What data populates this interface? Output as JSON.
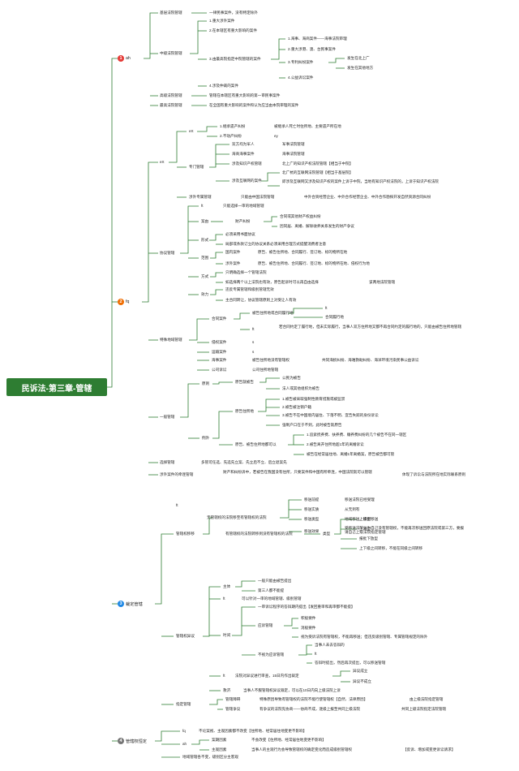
{
  "root": {
    "title": "民诉法-第三章-管辖"
  },
  "sections": [
    {
      "num": "1",
      "label": "ah",
      "color": "#e53935"
    },
    {
      "num": "2",
      "label": "fq",
      "color": "#ef6c00"
    },
    {
      "num": "3",
      "label": "裁定管辖",
      "color": "#1e88e5"
    },
    {
      "num": "4",
      "label": "管辖权恒定",
      "color": "#757575"
    }
  ],
  "s1": {
    "n1": "基层法院管辖",
    "n1v": "一律民事案件，没有特定除外",
    "n2": "中级法院管辖",
    "n2a": "1.重大涉外案件",
    "n2b": "2.在本辖区有重大影响的案件",
    "n2c": "3.由最高院指定中院管辖的案件",
    "n2c1": "1.海事、海商案件——海事法院审理",
    "n2c2": "2.重大涉港、澳、台民事案件",
    "n2c3": "3.专利纠纷案件",
    "n2c3a": "发生在北上广",
    "n2c3b": "发生在其他地方",
    "n2c4": "4.公益诉讼案件",
    "n2d": "4.涉及仲裁的案件",
    "n3": "高级法院管辖",
    "n3v": "管辖在本辖区有重大影响的第一审民事案件",
    "n4": "最高法院管辖",
    "n4v": "在全国有重大影响的案件和认为应当由本院审理的案件"
  },
  "s2": {
    "ex": "eX",
    "ex1": "eX",
    "ex1a": "1.继承遗产纠纷",
    "ex1av": "被继承人死亡时住所地、主要遗产所在地",
    "ex1b": "2.不动产纠纷",
    "ex1bv": "ey",
    "ex2": "专门管辖",
    "ex2a": "双方均为军人",
    "ex2av": "军事法院管辖",
    "ex2b": "海商海事案件",
    "ex2bv": "海事法院管辖",
    "ex2c": "涉及知识产权管辖",
    "ex2cv": "北上广的知识产权法院管辖【相当于中院】",
    "ex2d": "涉及互联网的案件",
    "ex2d1": "北广杭的互联网法院管辖【相当于基层院】",
    "ex2d2": "即涉及互联网又涉及知识产权的案件上诉于中院，当地有知识产权法院的，上诉于知识产权法院",
    "ex3": "涉外专属管辖",
    "ex3v": "只能由中国法院管辖",
    "ex3vv": "中外合资经营企业、中外合作经营企业、中外合作勘探开发自然资源合同纠纷",
    "xy": "协议管辖",
    "xy1": "ft",
    "xy1v": "只能选择一审的地域管辖",
    "xy2": "案由",
    "xy2a": "财产纠纷",
    "xy2a1": "合同或其他财产权益纠纷",
    "xy2a2": "因同居、离婚、解除收养关系发生的财产争议",
    "xy3": "形式",
    "xy3a": "必须采用书面协议",
    "xy3b": "局部或条款订立的协议关系必须采用合理方式提醒消费者注意",
    "xy4": "范围",
    "xy4a": "国内案件",
    "xy4av": "原告、被告住所地、合同履行、签订地、标的物所在地",
    "xy4b": "涉外案件",
    "xy4bv": "原告、被告住所地、合同履行、签订地、标的物所在地、侵权行为地",
    "xy5": "方式",
    "xy5a": "只明确选择一个管辖法院",
    "xy5b": "如选择两个以上法院也有效，原告起诉时可以再自由选择",
    "xy5bv": "该两地法院管辖",
    "xy6": "效力",
    "xy6a": "违反专属管辖和级别管辖无效",
    "xy6b": "主合同转让，协议管辖原则上对受让人有效",
    "ts": "特殊地域管辖",
    "ts1": "合同案件",
    "ts1a": "被告住所地或合同履行地",
    "ts1a1": "ft",
    "ts1a2": "合同履行地",
    "ts1b": "ft",
    "ts1bv": "若合同约定了履行地，但未实际履行，当事人双方住所地又都不再合同约定的履行地的，只能由被告住所地管辖",
    "ts2": "侵权案件",
    "ts2v": "s",
    "ts3": "运输案件",
    "ts3v": "s",
    "ts4": "海事案件",
    "ts4v": "被告住所地没有管辖权",
    "ts4vv": "共同海损纠纷、海难救助纠纷、海洋环境污染民事公益诉讼",
    "ts5": "公司诉讼",
    "ts5v": "公司住所地管辖",
    "yb": "一般管辖",
    "yb1": "原则",
    "yb1a": "原告就被告",
    "yb1a1": "公民为被告",
    "yb1a2": "法人或其他组织为被告",
    "yb2": "例外",
    "yb2a": "原告住所地",
    "yb2a1": "1.被告被采取强制性教育措施或被监禁",
    "yb2a2": "2.被告被注销户籍",
    "yb2a3": "3.被告不在中国境内居住、下落不明、宣告失踪的身份诉讼",
    "yb2a4": "强制户口在于不到，此时被告就原告",
    "yb2b": "原告、被告住所地都可以",
    "yb2b1": "1.追索抚养费、扶养费、赡养费纠纷的几个被告不在同一辖区",
    "yb2b2": "2.被告离开住所地超1年的离婚诉讼",
    "yb2b3": "被告在经常居住地、离婚1年离婚案，原告被告都可管",
    "xz": "选择管辖",
    "xzv": "多管可任选、先选先立案、先立后不立、后立退案先",
    "sw": "涉外案件的牵连管辖",
    "swv": "财产和纠纷诉中，若被告在我国没有住所，只要案件和中国有所牵连，中国法院就可以管辖",
    "swvv": "体现了诉讼与法院所在地实际联系原则"
  },
  "s3": {
    "yc": "管辖权移移",
    "yc1": "ft",
    "yc1v": "无管辖权的法院移至有管辖权的法院",
    "yc1a": "移送前提",
    "yc1av": "移送法院已经受理",
    "yc1b": "移送实质",
    "yc1bv": "从无到有",
    "yc1c": "移送类型",
    "yc1cv": "地域移送、级别移送",
    "yc1d": "移送效果",
    "yc1dv": "受移送法院认为自己没有管辖权，不能再次移送回原法院或第三方，要报请自己上级法院指定管辖",
    "yc2": "有管辖权的法院转移到没有管辖权的法院",
    "yc2t": "类型",
    "yc2a": "上移型",
    "yc2b": "上调型",
    "yc2c": "报批下放型",
    "yc2d": "上下级之间转移，不能在同级之间转移",
    "yy": "管辖权异议",
    "yy1": "主体",
    "yy1a": "一般只能由被告提出",
    "yy1b": "第三人都不能提",
    "yy2": "ft",
    "yy2v": "可以针对一审的地域管辖、级别管辖",
    "yy3": "时间",
    "yy3a": "一审诉讼程序的答辩期内提出【发回重审和再审都不能提】",
    "yy3b": "应诉管辖",
    "yy3b1": "积极要件",
    "yy3b2": "消极要件",
    "yy3b3": "视为受诉法院有管辖权，不能再移送；但违反级别管辖、专属管辖规定的除外",
    "yy3c": "不视为应诉管辖",
    "yy3c1": "当事人未去答辩的",
    "yy3c2": "ft",
    "yy3c3": "答辩时提出，然后再次提出，可以移送管辖",
    "yy4": "ft",
    "yy4v": "法院对异议进行审查，15日内作出裁定",
    "yy4a": "异议成立",
    "yy4b": "异议不成立",
    "yy5": "救济",
    "yy5v": "当事人不服管辖权异议裁定，可以在10日内向上级法院上诉",
    "zd": "指定管辖",
    "zd1": "管辖障碍",
    "zd1v": "特殊原因导致有管辖权的法院不能行使管辖权【自然、法律原因】",
    "zd1vv": "由上级法院指定管辖",
    "zd2": "管辖争议",
    "zd2v": "有争议的法院先协商——协商不成，逐级上报至共同上级法院",
    "zd2vv": "共同上级法院指定法院管辖"
  },
  "s4": {
    "a": "fq",
    "av": "不论案视、主观因素都不改变【住所地、经常居住地变更不影响】",
    "b": "ah",
    "b1": "案期因素",
    "b1v": "不会改变【住所地、经常居住地变更不影响】",
    "b2": "主观因素",
    "b2v": "当事人的主观行为会导致管辖权的确定变化而造成级别管辖权",
    "b2vv": "【反诉、增加或变更诉讼请求】",
    "c": "地域管辖各不变，级别区分主客观"
  }
}
